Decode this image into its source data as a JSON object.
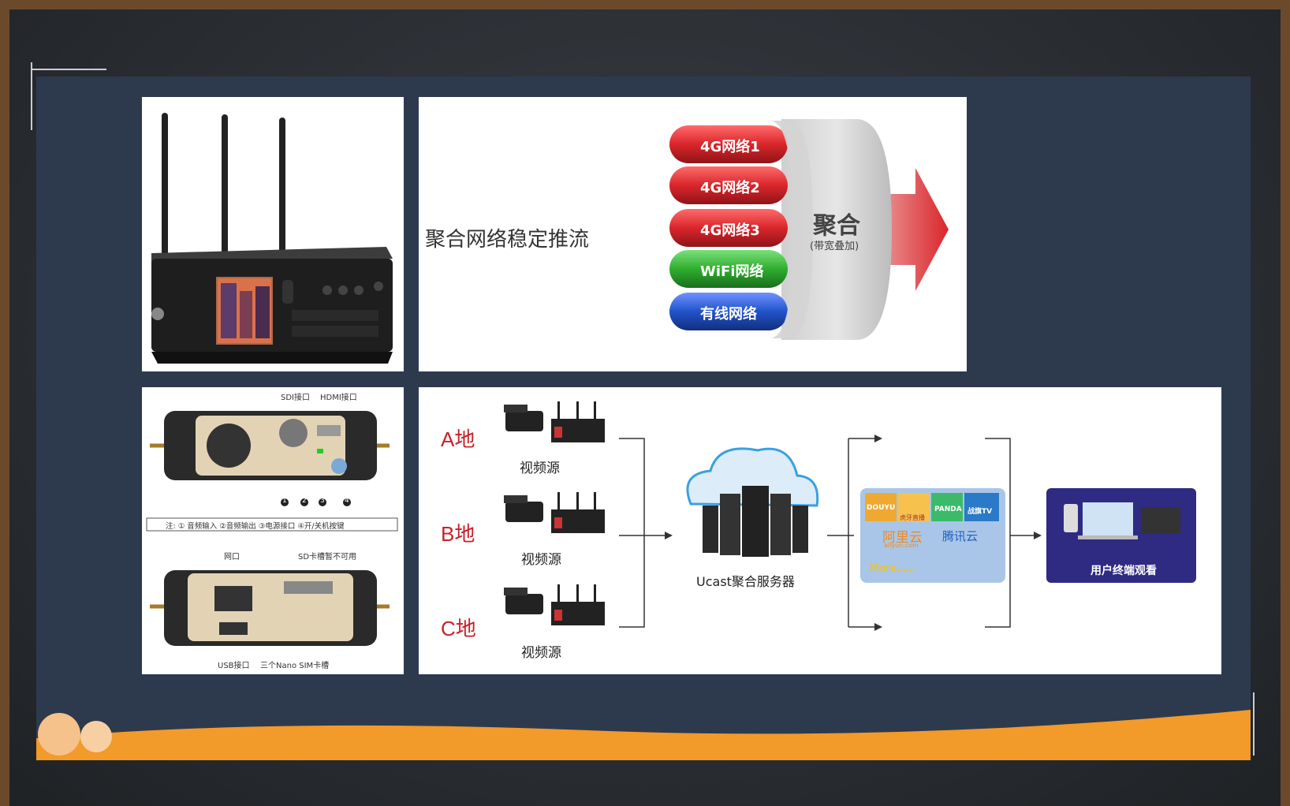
{
  "panel_router": {},
  "aggregation": {
    "left_text": "聚合网络稳定推流",
    "tubes": [
      "4G网络1",
      "4G网络2",
      "4G网络3",
      "WiFi网络",
      "有线网络"
    ],
    "center_title": "聚合",
    "center_subtitle": "(带宽叠加)",
    "colors": {
      "red": "#d9262b",
      "green": "#2fae2f",
      "blue": "#2153c9"
    }
  },
  "ports": {
    "top_labels": [
      "SDI接口",
      "HDMI接口"
    ],
    "numbers": [
      "1",
      "2",
      "3",
      "4"
    ],
    "note": "注: ① 音频输入 ②音频输出 ③电源接口 ④开/关机按键",
    "bottom_top_labels": [
      "网口",
      "SD卡槽暂不可用"
    ],
    "bottom_labels": [
      "USB接口",
      "三个Nano SIM卡槽"
    ]
  },
  "diagram": {
    "sites": [
      "A地",
      "B地",
      "C地"
    ],
    "source_label": "视频源",
    "server_label": "Ucast聚合服务器",
    "platforms": [
      "DOUYU",
      "虎牙直播",
      "PANDA",
      "战旗TV",
      "阿里云",
      "aliyun.com",
      "腾讯云",
      "More……"
    ],
    "terminal_label": "用户终端观看"
  }
}
